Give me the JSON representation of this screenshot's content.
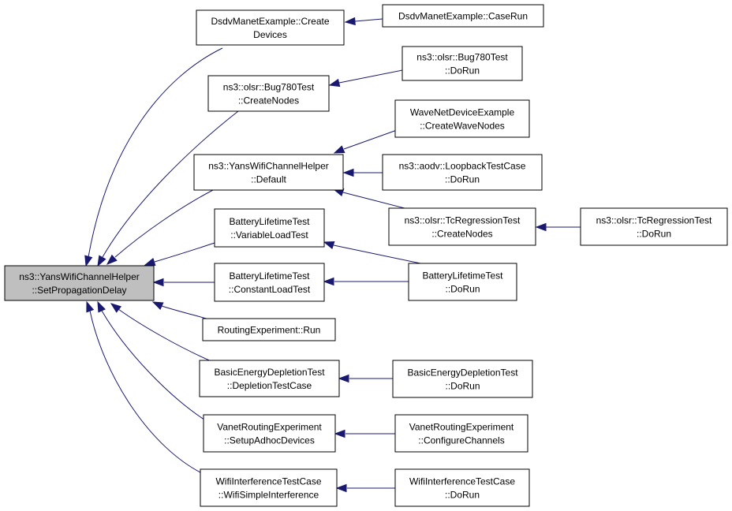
{
  "diagram": {
    "colors": {
      "edge": "#191970",
      "root_fill": "#bfbfbf",
      "node_fill": "#ffffff",
      "border": "#000000"
    },
    "nodes": [
      {
        "id": "root",
        "lines": [
          "ns3::YansWifiChannelHelper",
          "::SetPropagationDelay"
        ]
      },
      {
        "id": "dsdv_create",
        "lines": [
          "DsdvManetExample::Create",
          "Devices"
        ]
      },
      {
        "id": "dsdv_caserun",
        "lines": [
          "DsdvManetExample::CaseRun"
        ]
      },
      {
        "id": "bug780_createnodes",
        "lines": [
          "ns3::olsr::Bug780Test",
          "::CreateNodes"
        ]
      },
      {
        "id": "bug780_dorun",
        "lines": [
          "ns3::olsr::Bug780Test",
          "::DoRun"
        ]
      },
      {
        "id": "yans_default",
        "lines": [
          "ns3::YansWifiChannelHelper",
          "::Default"
        ]
      },
      {
        "id": "wave_createwavenodes",
        "lines": [
          "WaveNetDeviceExample",
          "::CreateWaveNodes"
        ]
      },
      {
        "id": "aodv_loopback_dorun",
        "lines": [
          "ns3::aodv::LoopbackTestCase",
          "::DoRun"
        ]
      },
      {
        "id": "tcreg_createnodes",
        "lines": [
          "ns3::olsr::TcRegressionTest",
          "::CreateNodes"
        ]
      },
      {
        "id": "tcreg_dorun",
        "lines": [
          "ns3::olsr::TcRegressionTest",
          "::DoRun"
        ]
      },
      {
        "id": "battery_variable",
        "lines": [
          "BatteryLifetimeTest",
          "::VariableLoadTest"
        ]
      },
      {
        "id": "battery_constant",
        "lines": [
          "BatteryLifetimeTest",
          "::ConstantLoadTest"
        ]
      },
      {
        "id": "battery_dorun",
        "lines": [
          "BatteryLifetimeTest",
          "::DoRun"
        ]
      },
      {
        "id": "routing_run",
        "lines": [
          "RoutingExperiment::Run"
        ]
      },
      {
        "id": "energy_depletion_case",
        "lines": [
          "BasicEnergyDepletionTest",
          "::DepletionTestCase"
        ]
      },
      {
        "id": "energy_depletion_dorun",
        "lines": [
          "BasicEnergyDepletionTest",
          "::DoRun"
        ]
      },
      {
        "id": "vanet_setup",
        "lines": [
          "VanetRoutingExperiment",
          "::SetupAdhocDevices"
        ]
      },
      {
        "id": "vanet_configure",
        "lines": [
          "VanetRoutingExperiment",
          "::ConfigureChannels"
        ]
      },
      {
        "id": "wifi_simple",
        "lines": [
          "WifiInterferenceTestCase",
          "::WifiSimpleInterference"
        ]
      },
      {
        "id": "wifi_dorun",
        "lines": [
          "WifiInterferenceTestCase",
          "::DoRun"
        ]
      }
    ],
    "edges": [
      {
        "from": "dsdv_create",
        "to": "root"
      },
      {
        "from": "bug780_createnodes",
        "to": "root"
      },
      {
        "from": "yans_default",
        "to": "root"
      },
      {
        "from": "battery_variable",
        "to": "root"
      },
      {
        "from": "battery_constant",
        "to": "root"
      },
      {
        "from": "routing_run",
        "to": "root"
      },
      {
        "from": "energy_depletion_case",
        "to": "root"
      },
      {
        "from": "vanet_setup",
        "to": "root"
      },
      {
        "from": "wifi_simple",
        "to": "root"
      },
      {
        "from": "dsdv_caserun",
        "to": "dsdv_create"
      },
      {
        "from": "bug780_dorun",
        "to": "bug780_createnodes"
      },
      {
        "from": "wave_createwavenodes",
        "to": "yans_default"
      },
      {
        "from": "aodv_loopback_dorun",
        "to": "yans_default"
      },
      {
        "from": "tcreg_createnodes",
        "to": "yans_default"
      },
      {
        "from": "tcreg_dorun",
        "to": "tcreg_createnodes"
      },
      {
        "from": "battery_dorun",
        "to": "battery_variable"
      },
      {
        "from": "battery_dorun",
        "to": "battery_constant"
      },
      {
        "from": "energy_depletion_dorun",
        "to": "energy_depletion_case"
      },
      {
        "from": "vanet_configure",
        "to": "vanet_setup"
      },
      {
        "from": "wifi_dorun",
        "to": "wifi_simple"
      }
    ]
  }
}
